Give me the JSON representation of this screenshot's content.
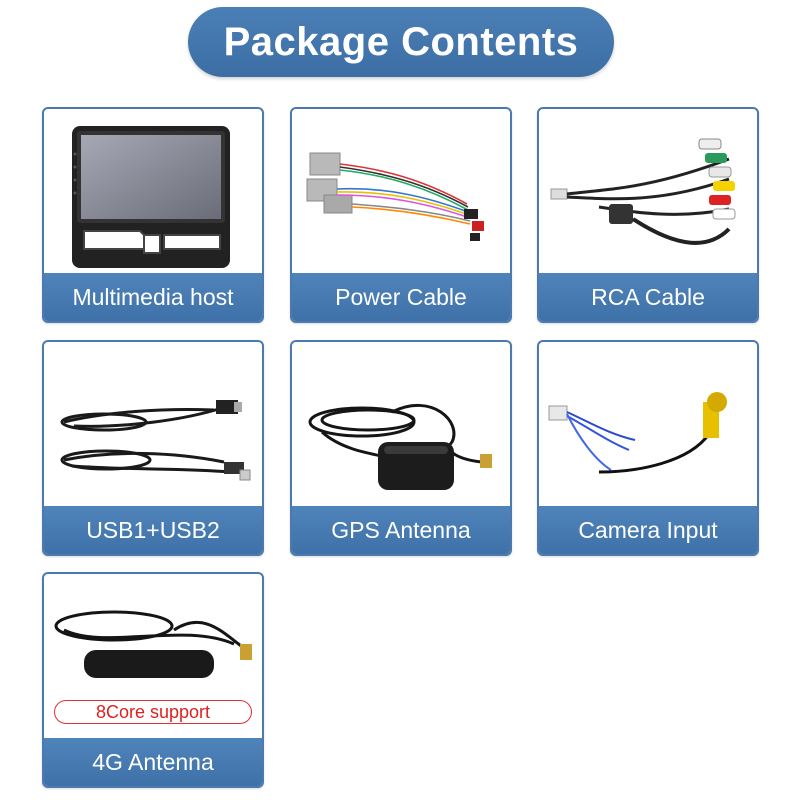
{
  "header": {
    "title": "Package Contents"
  },
  "items": [
    {
      "label": "Multimedia host"
    },
    {
      "label": "Power Cable"
    },
    {
      "label": "RCA Cable"
    },
    {
      "label": "USB1+USB2"
    },
    {
      "label": "GPS Antenna"
    },
    {
      "label": "Camera Input"
    },
    {
      "label": "4G Antenna",
      "badge": "8Core support"
    }
  ],
  "colors": {
    "accent": "#3f72a8",
    "badge": "#e02020"
  }
}
